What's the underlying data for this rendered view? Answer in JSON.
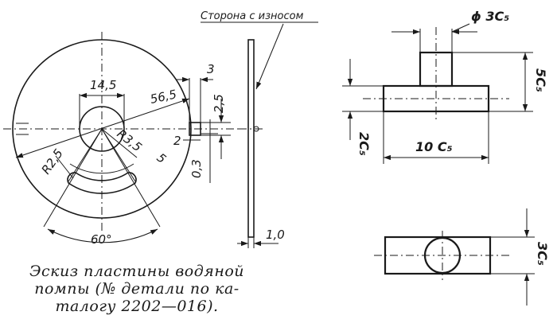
{
  "labels": {
    "wear_side": "Сторона с износом",
    "dia_14_5": "14,5",
    "r_56_5": "56,5",
    "dim_3": "3",
    "dim_2_5": "2,5",
    "dim_2": "2",
    "dim_0_3": "0,3",
    "r_3_5": "R3,5",
    "dim_5": "5",
    "r_2_5": "R2,5",
    "angle_60": "60°",
    "dim_1_0": "1,0",
    "phi_3c5": "ϕ 3C₅",
    "dim_5c5": "5C₅",
    "dim_2c5": "2C₅",
    "dim_10c5": "10 C₅",
    "dim_3c5": "3C₅"
  },
  "caption": {
    "line1": "Эскиз пластины водяной",
    "line2": "помпы (№ детали по ка-",
    "line3": "талогу 2202—016)."
  }
}
